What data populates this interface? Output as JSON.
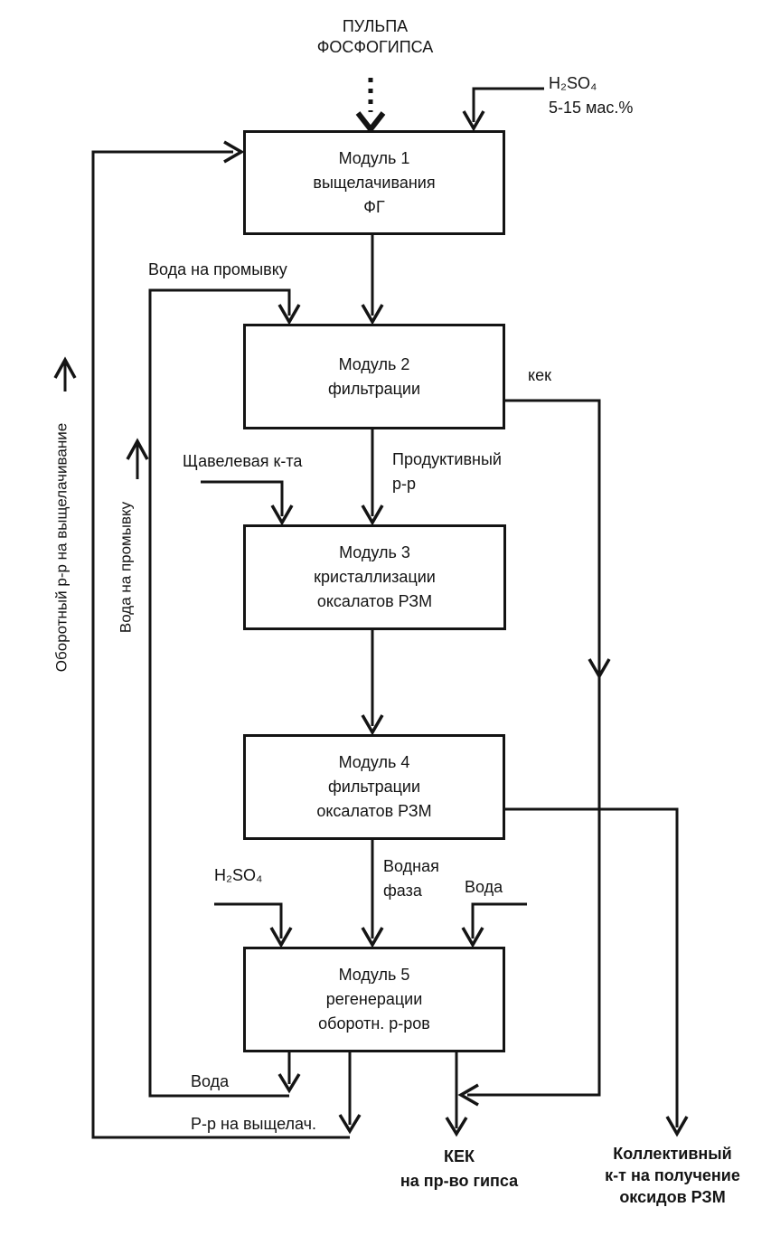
{
  "background": "#ffffff",
  "line_color": "#141414",
  "modules": [
    {
      "text": "Модуль 1\nвыщелачивания\nФГ"
    },
    {
      "text": "Модуль 2\nфильтрации"
    },
    {
      "text": "Модуль 3\nкристаллизации\nоксалатов РЗМ"
    },
    {
      "text": "Модуль 4\nфильтрации\nоксалатов РЗМ"
    },
    {
      "text": "Модуль 5\nрегенерации\nоборотн. р-ров"
    }
  ],
  "inputs": {
    "pulp": "ПУЛЬПА\nФОСФОГИПСА",
    "sulfuric_acid_top": "H₂SO₄\n5-15 мас.%",
    "water_for_washing": "Вода на  промывку",
    "oxalic_acid": "Щавелевая к-та",
    "sulfuric_acid_bottom": "H₂SO₄",
    "water": "Вода"
  },
  "streams": {
    "cake": "кек",
    "productive_solution": "Продуктивный\nр-р",
    "aqueous_phase": "Водная\nфаза",
    "water_out": "Вода",
    "solution_to_leaching": "Р-р  на выщелач.",
    "recycled_solution_rotated": "Оборотный р-р на выщелачивание",
    "water_for_washing_rotated": "Вода на промывку"
  },
  "outputs": {
    "cake_to_gypsum": "КЕК\nна пр-во гипса",
    "collective_concentrate": "Коллективный\nк-т на получение\nоксидов РЗМ"
  }
}
